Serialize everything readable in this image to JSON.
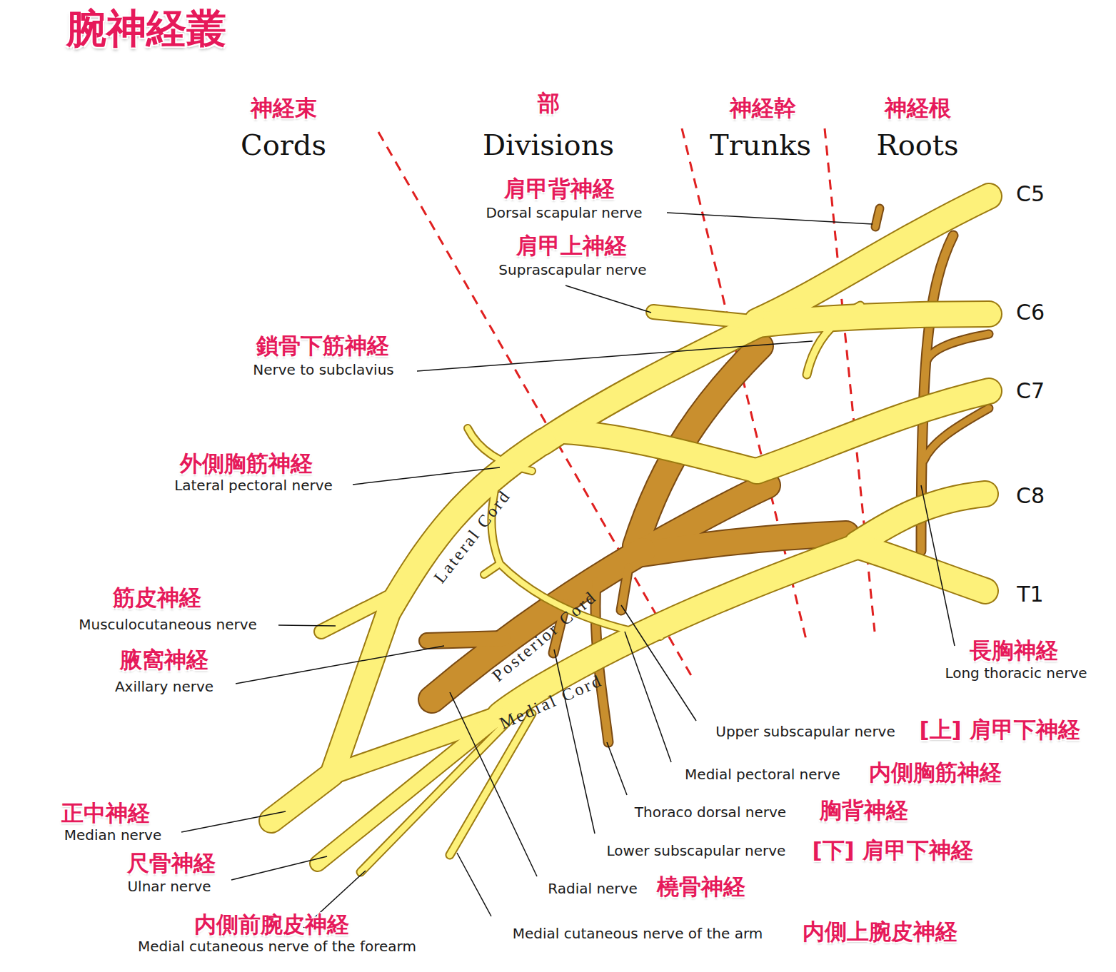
{
  "diagram": {
    "title": "腕神経叢",
    "labels": [
      "神経束",
      "Cords",
      "部",
      "Divisions",
      "神経幹",
      "Trunks",
      "神経根",
      "Roots",
      "C5",
      "C6",
      "C7",
      "C8",
      "T1",
      "肩甲背神経",
      "Dorsal scapular nerve",
      "肩甲上神経",
      "Suprascapular nerve",
      "鎖骨下筋神経",
      "Nerve to subclavius",
      "外側胸筋神経",
      "Lateral pectoral nerve",
      "Lateral Cord",
      "Posterior Cord",
      "Medial Cord",
      "筋皮神経",
      "Musculocutaneous nerve",
      "腋窩神経",
      "Axillary nerve",
      "正中神経",
      "Median nerve",
      "尺骨神経",
      "Ulnar nerve",
      "内側前腕皮神経",
      "Medial cutaneous nerve of the forearm",
      "長胸神経",
      "Long thoracic nerve",
      "Upper subscapular nerve",
      "[上] 肩甲下神経",
      "Medial pectoral nerve",
      "内側胸筋神経",
      "Thoraco dorsal nerve",
      "胸背神経",
      "Lower subscapular nerve",
      "[下] 肩甲下神経",
      "Radial nerve",
      "橈骨神経",
      "Medial cutaneous nerve of the arm",
      "内側上腕皮神経"
    ]
  }
}
